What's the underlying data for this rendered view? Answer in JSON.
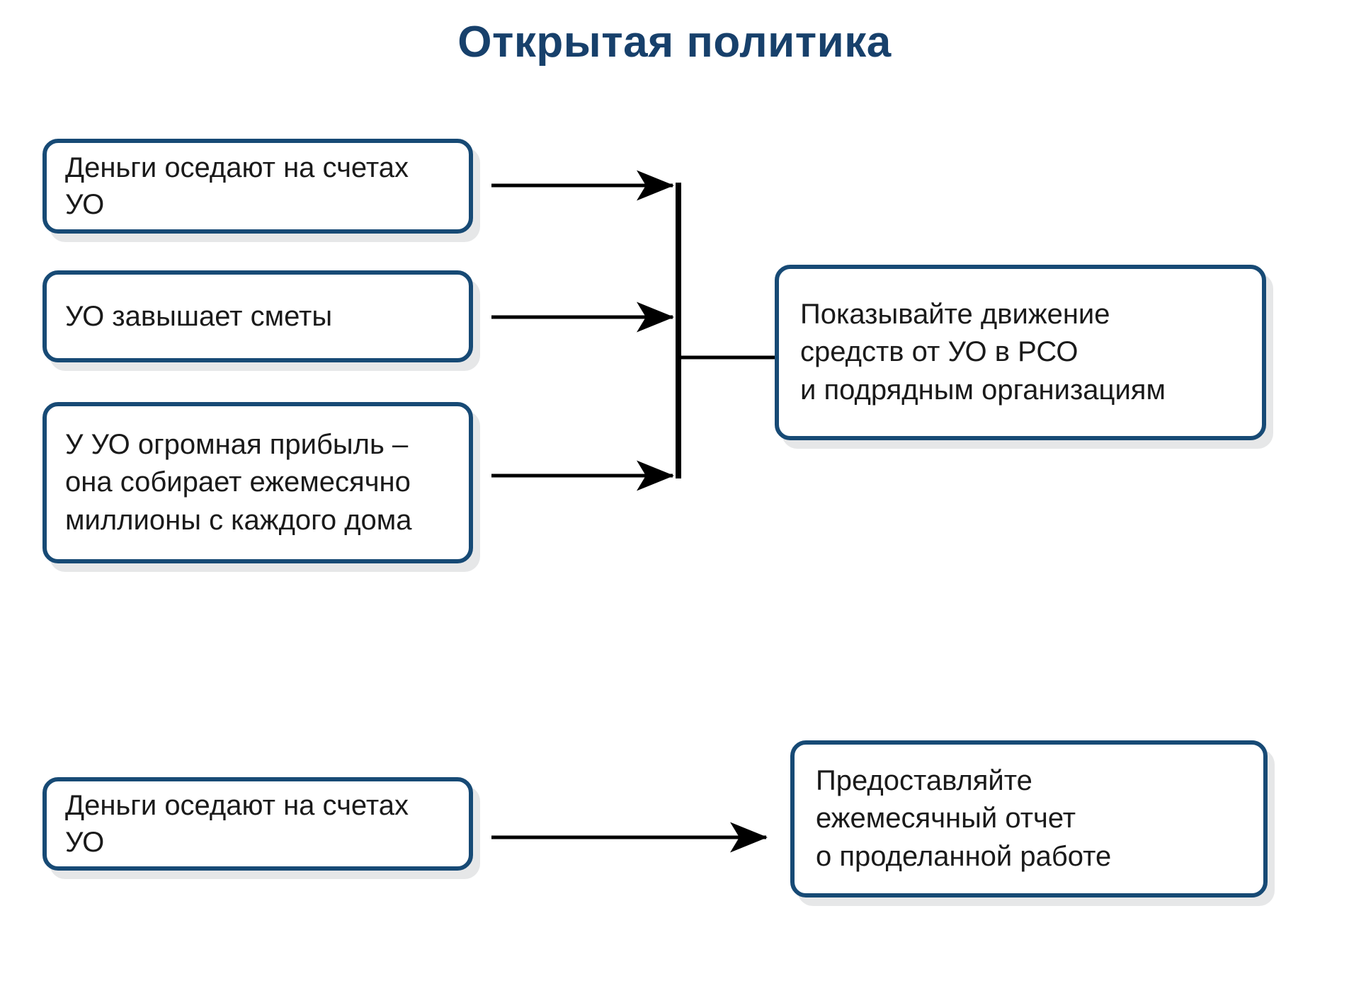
{
  "slide": {
    "title": "Открытая политика",
    "title_color": "#17406b",
    "background_color": "#ffffff",
    "box_border_color": "#174a75",
    "box_fill_color": "#ffffff",
    "box_shadow_color": "#d2d4d6",
    "connector_color": "#000000",
    "text_color": "#1a1a1a"
  },
  "problems": [
    {
      "id": "money-1",
      "label": "Деньги оседают на счетах УО"
    },
    {
      "id": "estimates",
      "label": "УО завышает сметы"
    },
    {
      "id": "profit",
      "label": "У УО огромная прибыль –\nона собирает ежемесячно\nмиллионы с каждого дома"
    }
  ],
  "secondary_problem": {
    "id": "money-2",
    "label": "Деньги оседают на счетах УО"
  },
  "solutions": [
    {
      "id": "show-flow",
      "label": "Показывайте движение\nсредств от УО в РСО\nи подрядным организациям"
    },
    {
      "id": "report",
      "label": "Предоставляйте\nежемесячный отчет\nо проделанной работе"
    }
  ],
  "connectors": {
    "group_bracket_label": "vertical-bracket",
    "arrow_count": 5,
    "arrow_style": "solid-black-open-shaft-filled-head"
  }
}
